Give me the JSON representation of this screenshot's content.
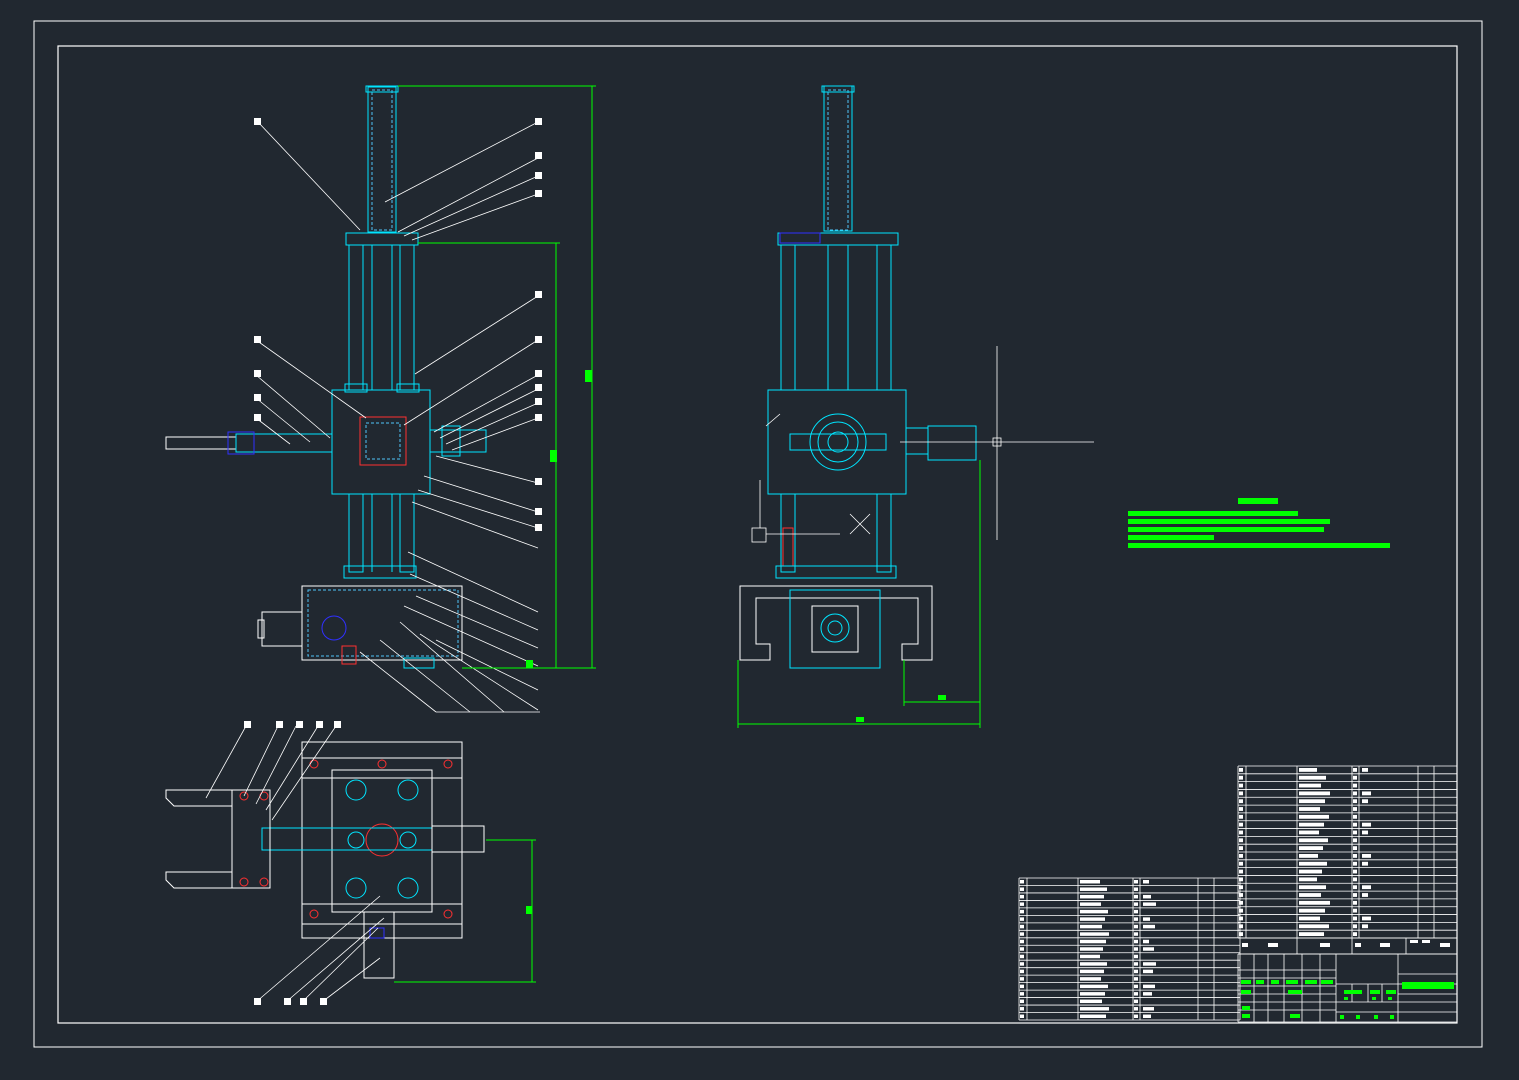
{
  "drawing": {
    "type": "cad-assembly-drawing",
    "background": "#212830",
    "colors": {
      "frame": "#ffffff",
      "outline": "#00ffff",
      "hidden": "#4fc3f7",
      "dimension": "#00ff00",
      "highlight_red": "#ff3030",
      "fastener_blue": "#3030ff",
      "text_block": "#00ff00"
    },
    "views": [
      "front-view",
      "side-view",
      "top-view"
    ],
    "title_block": {
      "present": true,
      "parts_list_rows_lower": 19,
      "parts_list_rows_upper": 22
    },
    "technical_notes": {
      "present": true,
      "lines": 5
    }
  }
}
